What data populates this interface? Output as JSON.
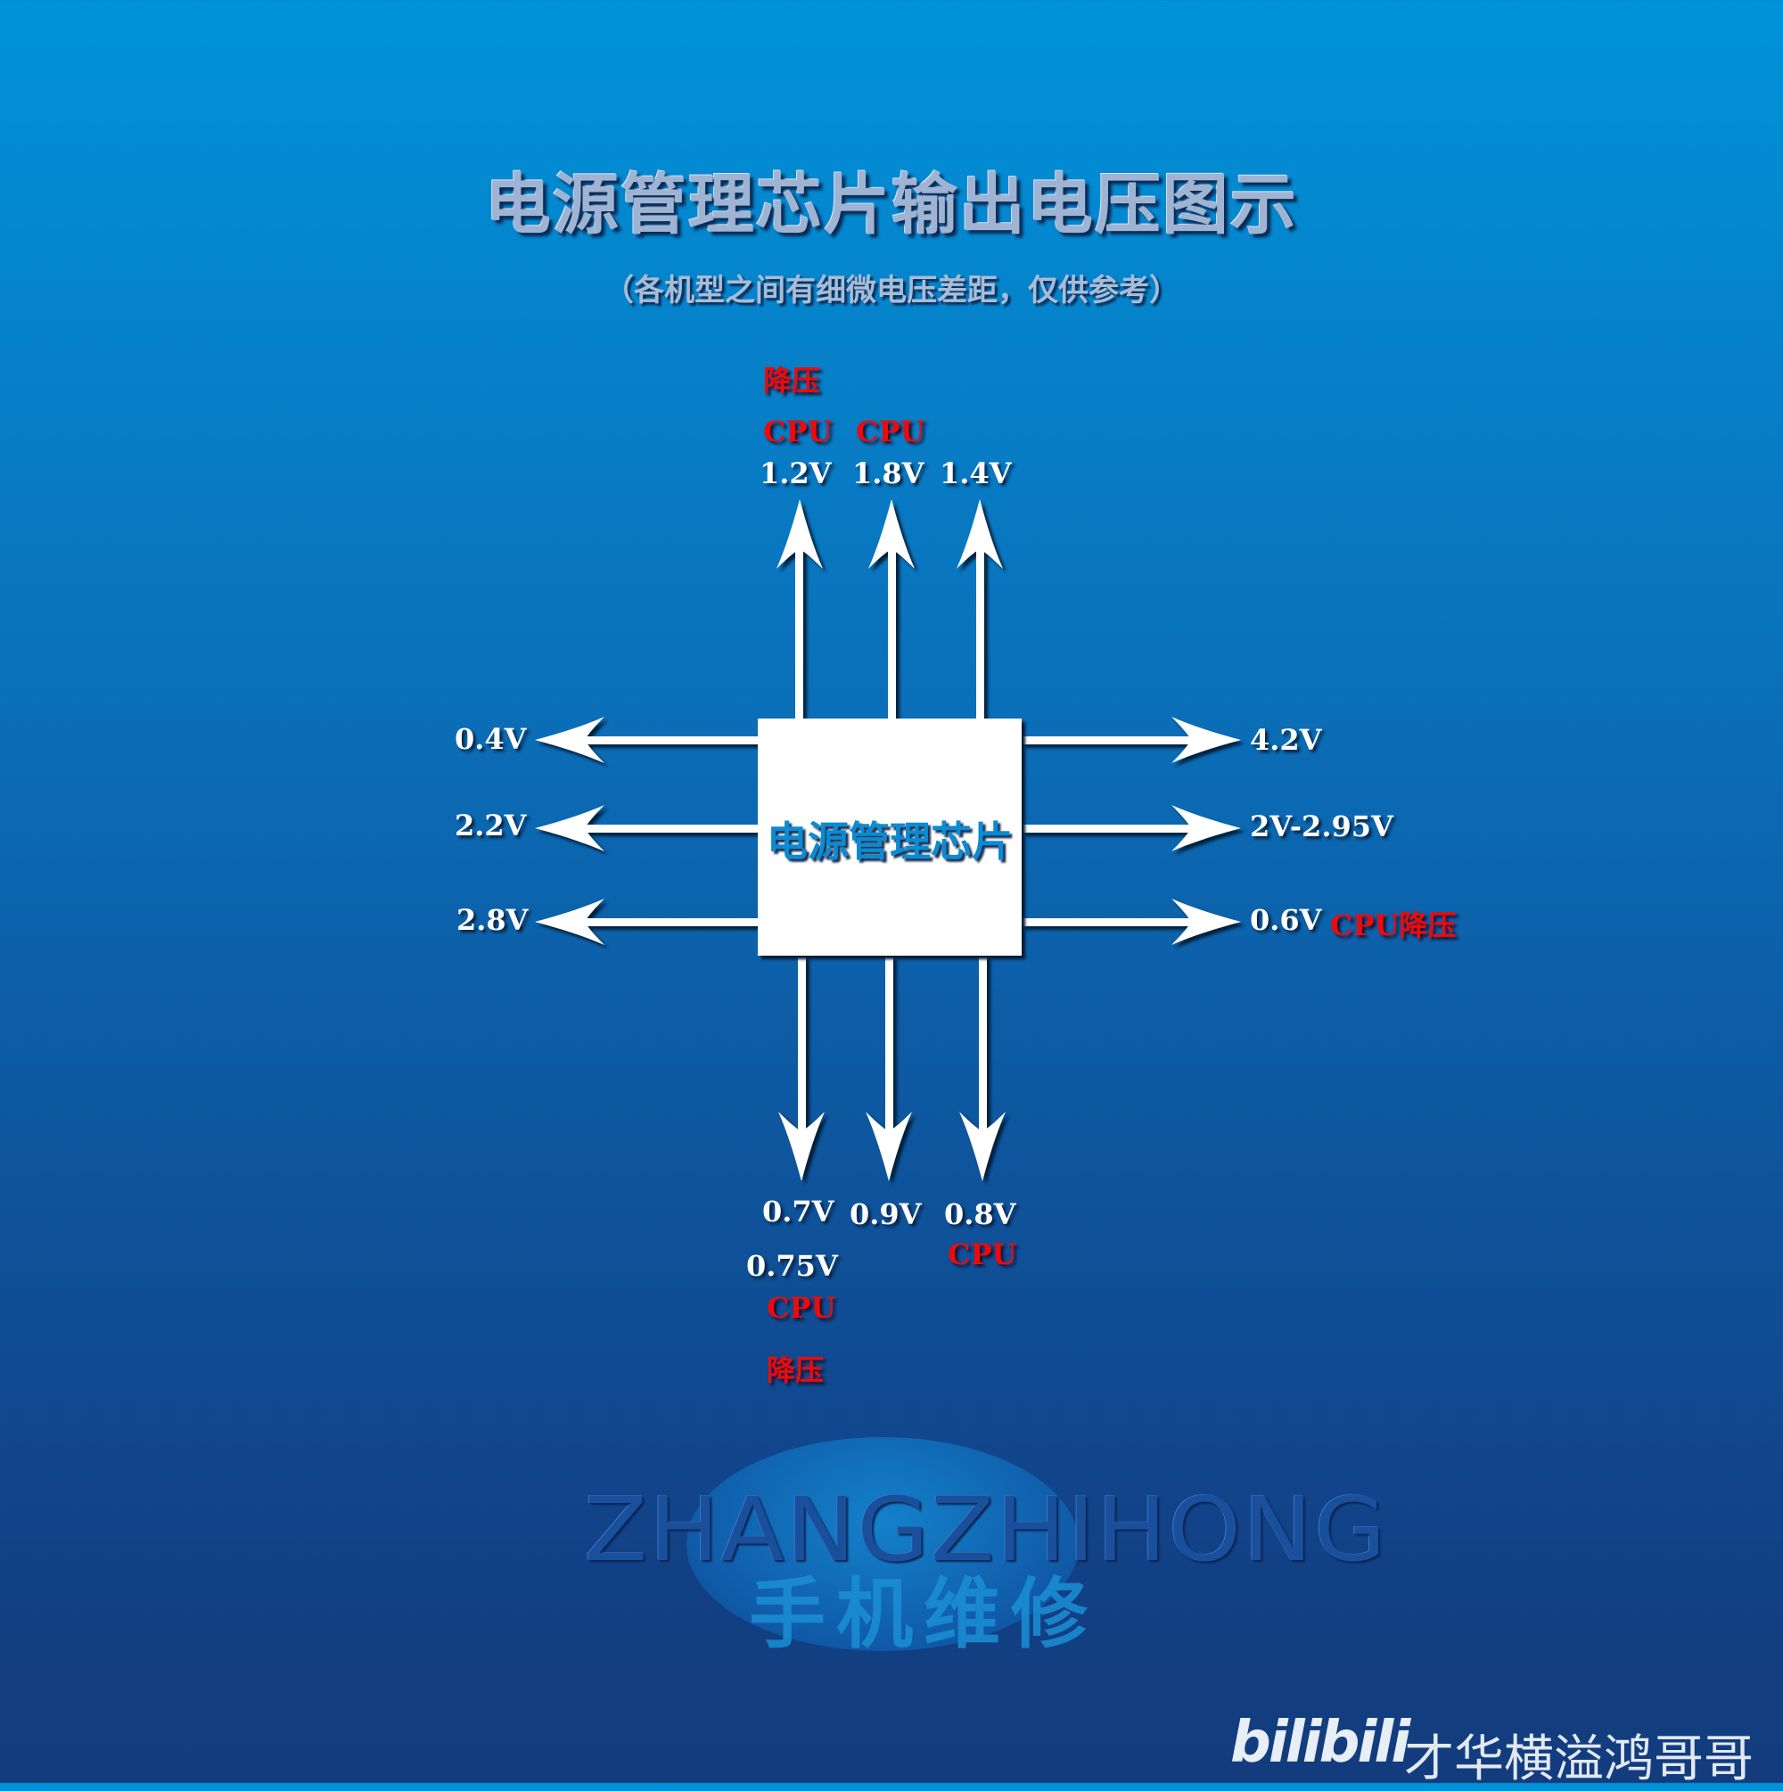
{
  "title": "电源管理芯片输出电压图示",
  "subtitle": "（各机型之间有细微电压差距，仅供参考）",
  "chip": {
    "label": "电源管理芯片"
  },
  "outputs": {
    "top": [
      {
        "voltage": "1.2V",
        "note_lines": [
          "降压",
          "CPU"
        ]
      },
      {
        "voltage": "1.8V",
        "note_lines": [
          "CPU"
        ]
      },
      {
        "voltage": "1.4V",
        "note_lines": []
      }
    ],
    "left": [
      {
        "voltage": "0.4V"
      },
      {
        "voltage": "2.2V"
      },
      {
        "voltage": "2.8V"
      }
    ],
    "right": [
      {
        "voltage": "4.2V"
      },
      {
        "voltage": "2V-2.95V"
      },
      {
        "voltage": "0.6V",
        "note": "CPU降压"
      }
    ],
    "bottom": [
      {
        "voltage": "0.7V",
        "extra_voltage": "0.75V",
        "note_lines": [
          "CPU",
          "降压"
        ]
      },
      {
        "voltage": "0.9V",
        "note_lines": []
      },
      {
        "voltage": "0.8V",
        "note_lines": [
          "CPU"
        ]
      }
    ]
  },
  "watermark": {
    "text": "ZHANGZHIHONG",
    "subtext": "手机维修"
  },
  "credit": {
    "platform": "bilibili",
    "author": "才华横溢鸿哥哥"
  },
  "colors": {
    "background_top": "#0093d9",
    "background_bottom": "#123c7d",
    "arrow": "#ffffff",
    "label_text": "#ffffff",
    "note_text": "#ee0a0a",
    "chip_fill": "#ffffff",
    "chip_text": "#0c8ad2"
  }
}
